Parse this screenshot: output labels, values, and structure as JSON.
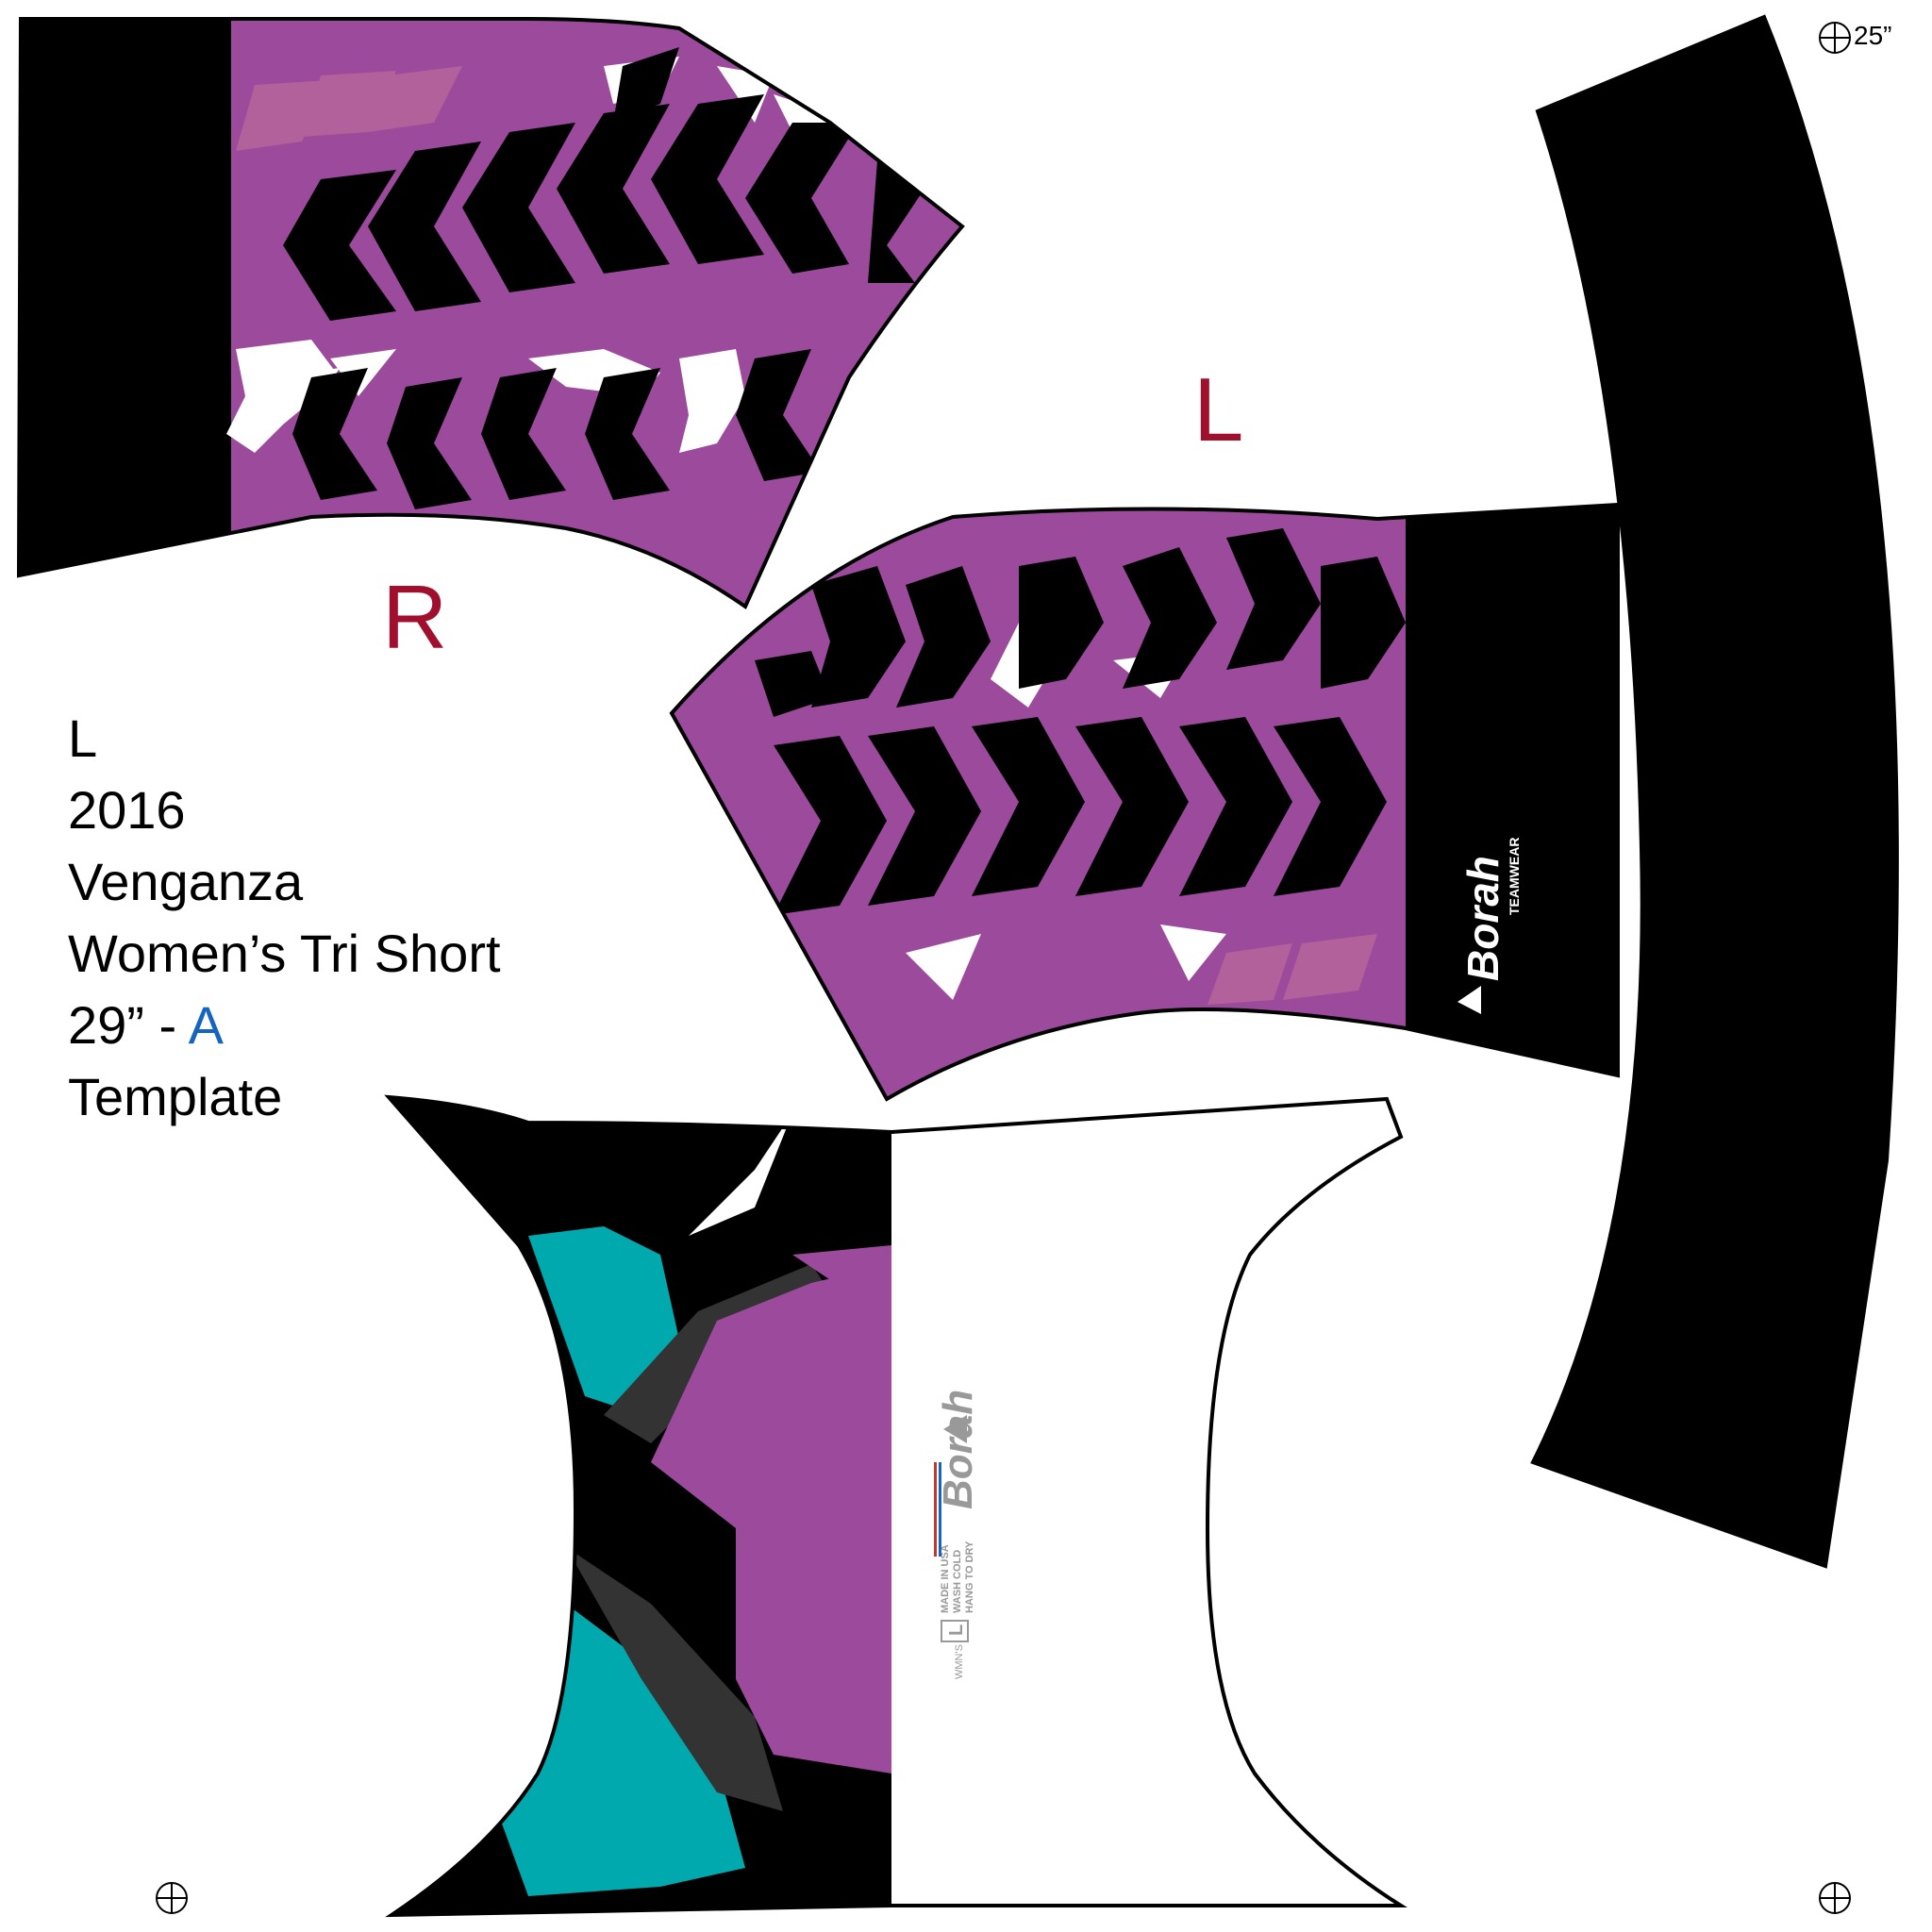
{
  "template": {
    "size": "L",
    "year": "2016",
    "design": "Venganza",
    "product": "Women’s Tri Short",
    "length_prefix": "29” - ",
    "variant": "A",
    "kind": "Template"
  },
  "labels": {
    "right": "R",
    "left": "L"
  },
  "measure_label": "25”",
  "brand": {
    "name": "Borah",
    "sub": "TEAMWEAR",
    "care_1": "MADE IN USA",
    "care_2": "WASH COLD",
    "care_3": "HANG TO DRY",
    "size_tag": "L",
    "gender_tag": "WMN'S"
  },
  "colors": {
    "purple": "#9b4a9c",
    "black": "#000000",
    "white": "#ffffff",
    "teal": "#00a9ad",
    "gray": "#333333",
    "label_red": "#a0102e",
    "accent_blue": "#1565c0"
  }
}
